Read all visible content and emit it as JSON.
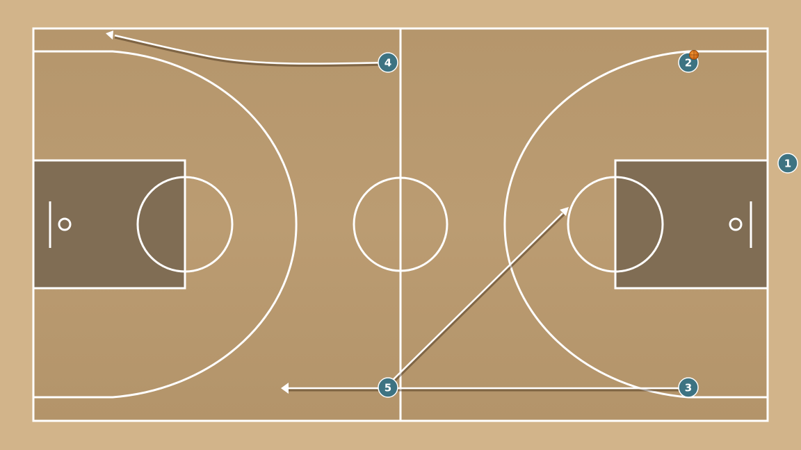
{
  "court": {
    "colors": {
      "background": "#d2b48a",
      "floor": "#b8996e",
      "paint": "#806d54",
      "lines": "#ffffff",
      "player": "#3d7382",
      "ball": "#e07a1c"
    }
  },
  "players": [
    {
      "id": "player-1",
      "label": "1"
    },
    {
      "id": "player-2",
      "label": "2"
    },
    {
      "id": "player-3",
      "label": "3"
    },
    {
      "id": "player-4",
      "label": "4"
    },
    {
      "id": "player-5",
      "label": "5"
    }
  ],
  "ball_holder": "2"
}
